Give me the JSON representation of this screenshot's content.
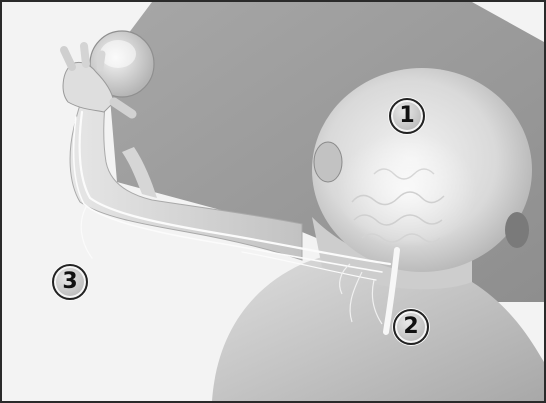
{
  "markers": [
    {
      "label": "1",
      "refers_to": "brain"
    },
    {
      "label": "2",
      "refers_to": "spinal-cord"
    },
    {
      "label": "3",
      "refers_to": "arm-nerves"
    }
  ],
  "colors": {
    "background": "#f4f4f4",
    "backdrop_panel": "#9c9c9c",
    "skin_light": "#ededed",
    "skin_dark": "#bdbdbd",
    "nerve": "#fbfbfb",
    "border": "#2a2a2a"
  }
}
